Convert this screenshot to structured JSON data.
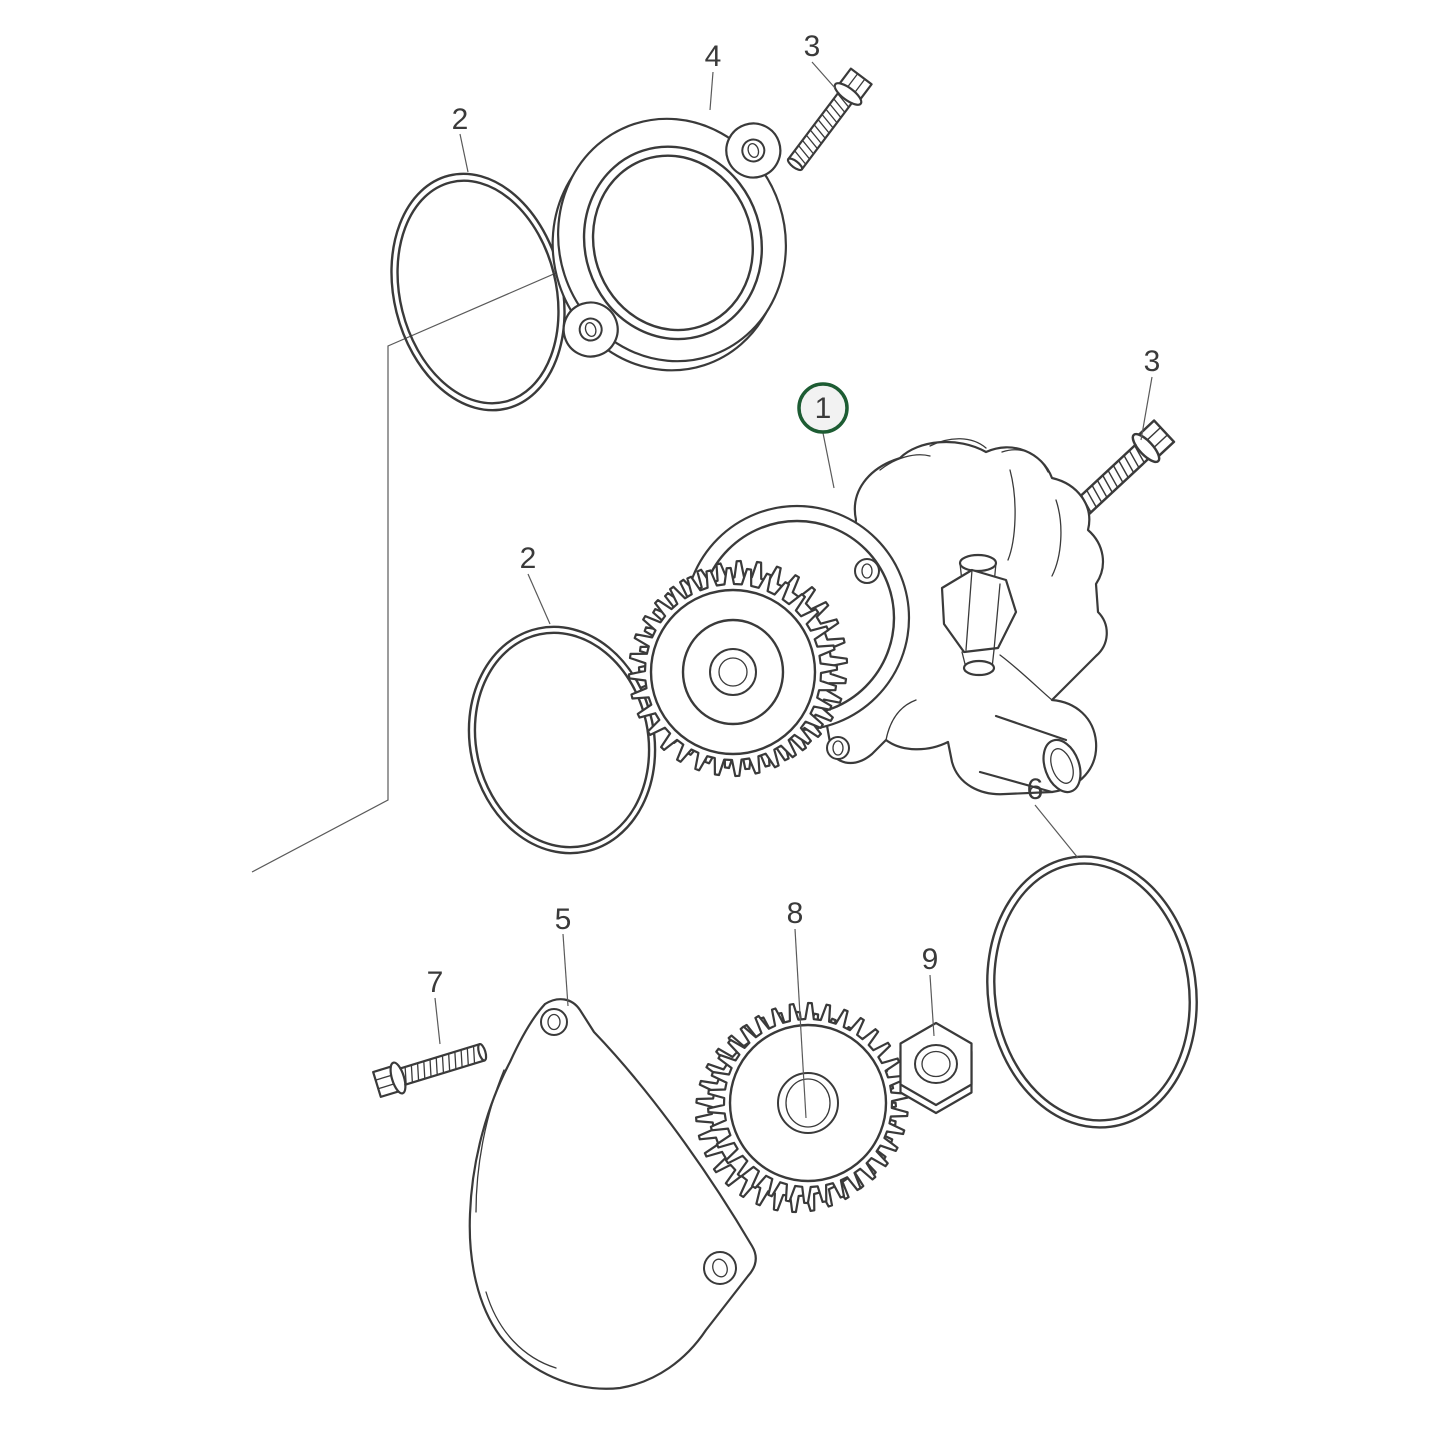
{
  "figure": {
    "type": "exploded-parts-diagram",
    "background": "#ffffff",
    "line_color": "#3a3a3a",
    "highlight_color": "#1d5c33"
  },
  "callouts": [
    {
      "label": "4",
      "highlighted": false
    },
    {
      "label": "3",
      "highlighted": false
    },
    {
      "label": "2",
      "highlighted": false
    },
    {
      "label": "1",
      "highlighted": true
    },
    {
      "label": "3",
      "highlighted": false
    },
    {
      "label": "2",
      "highlighted": false
    },
    {
      "label": "6",
      "highlighted": false
    },
    {
      "label": "5",
      "highlighted": false
    },
    {
      "label": "8",
      "highlighted": false
    },
    {
      "label": "9",
      "highlighted": false
    },
    {
      "label": "7",
      "highlighted": false
    }
  ]
}
